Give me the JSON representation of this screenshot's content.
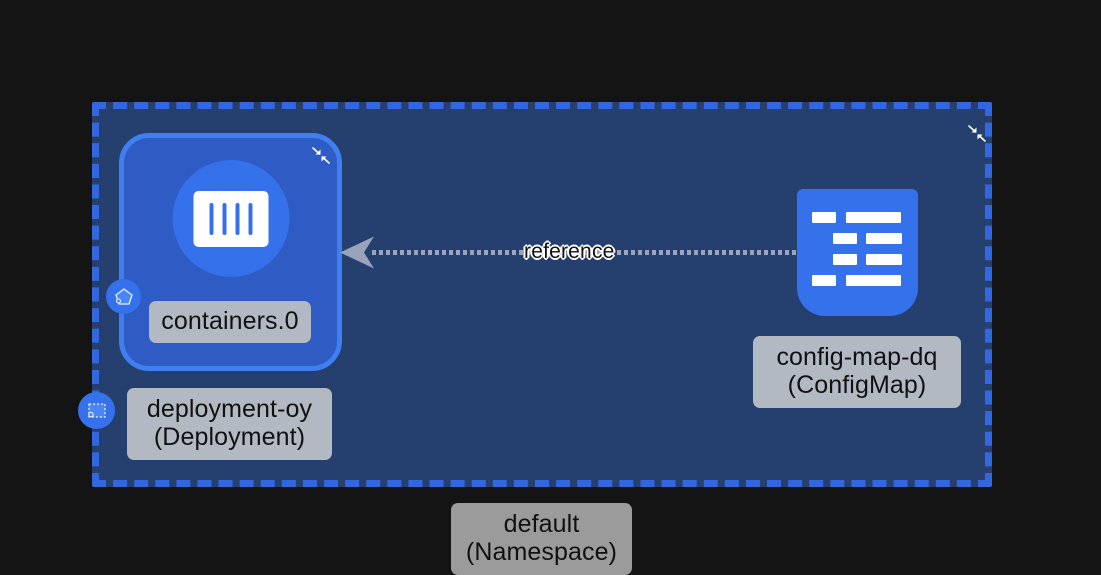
{
  "graph": {
    "background_color": "#141414",
    "namespace_group": {
      "name": "default",
      "kind": "Namespace",
      "label": "default\n(Namespace)",
      "border_color": "#3367e0",
      "fill_color": "#25406e",
      "collapse_icon": "collapse-icon"
    },
    "nodes": [
      {
        "id": "deployment",
        "name": "deployment-oy",
        "kind": "Deployment",
        "label": "deployment-oy\n(Deployment)",
        "icon": "deployment-badge-icon",
        "card_border_color": "#3f7ff0",
        "card_fill_color": "#2f5bc4",
        "collapse_icon": "collapse-icon"
      },
      {
        "id": "containers",
        "name": "containers.0",
        "kind": "Container",
        "label": "containers.0",
        "icon": "container-icon",
        "badge_icon": "pentagon-container-badge-icon",
        "icon_circle_color": "#3471ea"
      },
      {
        "id": "configmap",
        "name": "config-map-dq",
        "kind": "ConfigMap",
        "label": "config-map-dq\n(ConfigMap)",
        "icon": "config-map-icon",
        "icon_color": "#3471ea"
      }
    ],
    "edges": [
      {
        "id": "edge-reference",
        "label": "reference",
        "source": "configmap",
        "target": "containers",
        "style": "dotted",
        "color": "#9aa3bb",
        "arrow_at": "target"
      }
    ],
    "chip_color": "#b2b9c2",
    "namespace_chip_color": "#9b9b9b"
  }
}
